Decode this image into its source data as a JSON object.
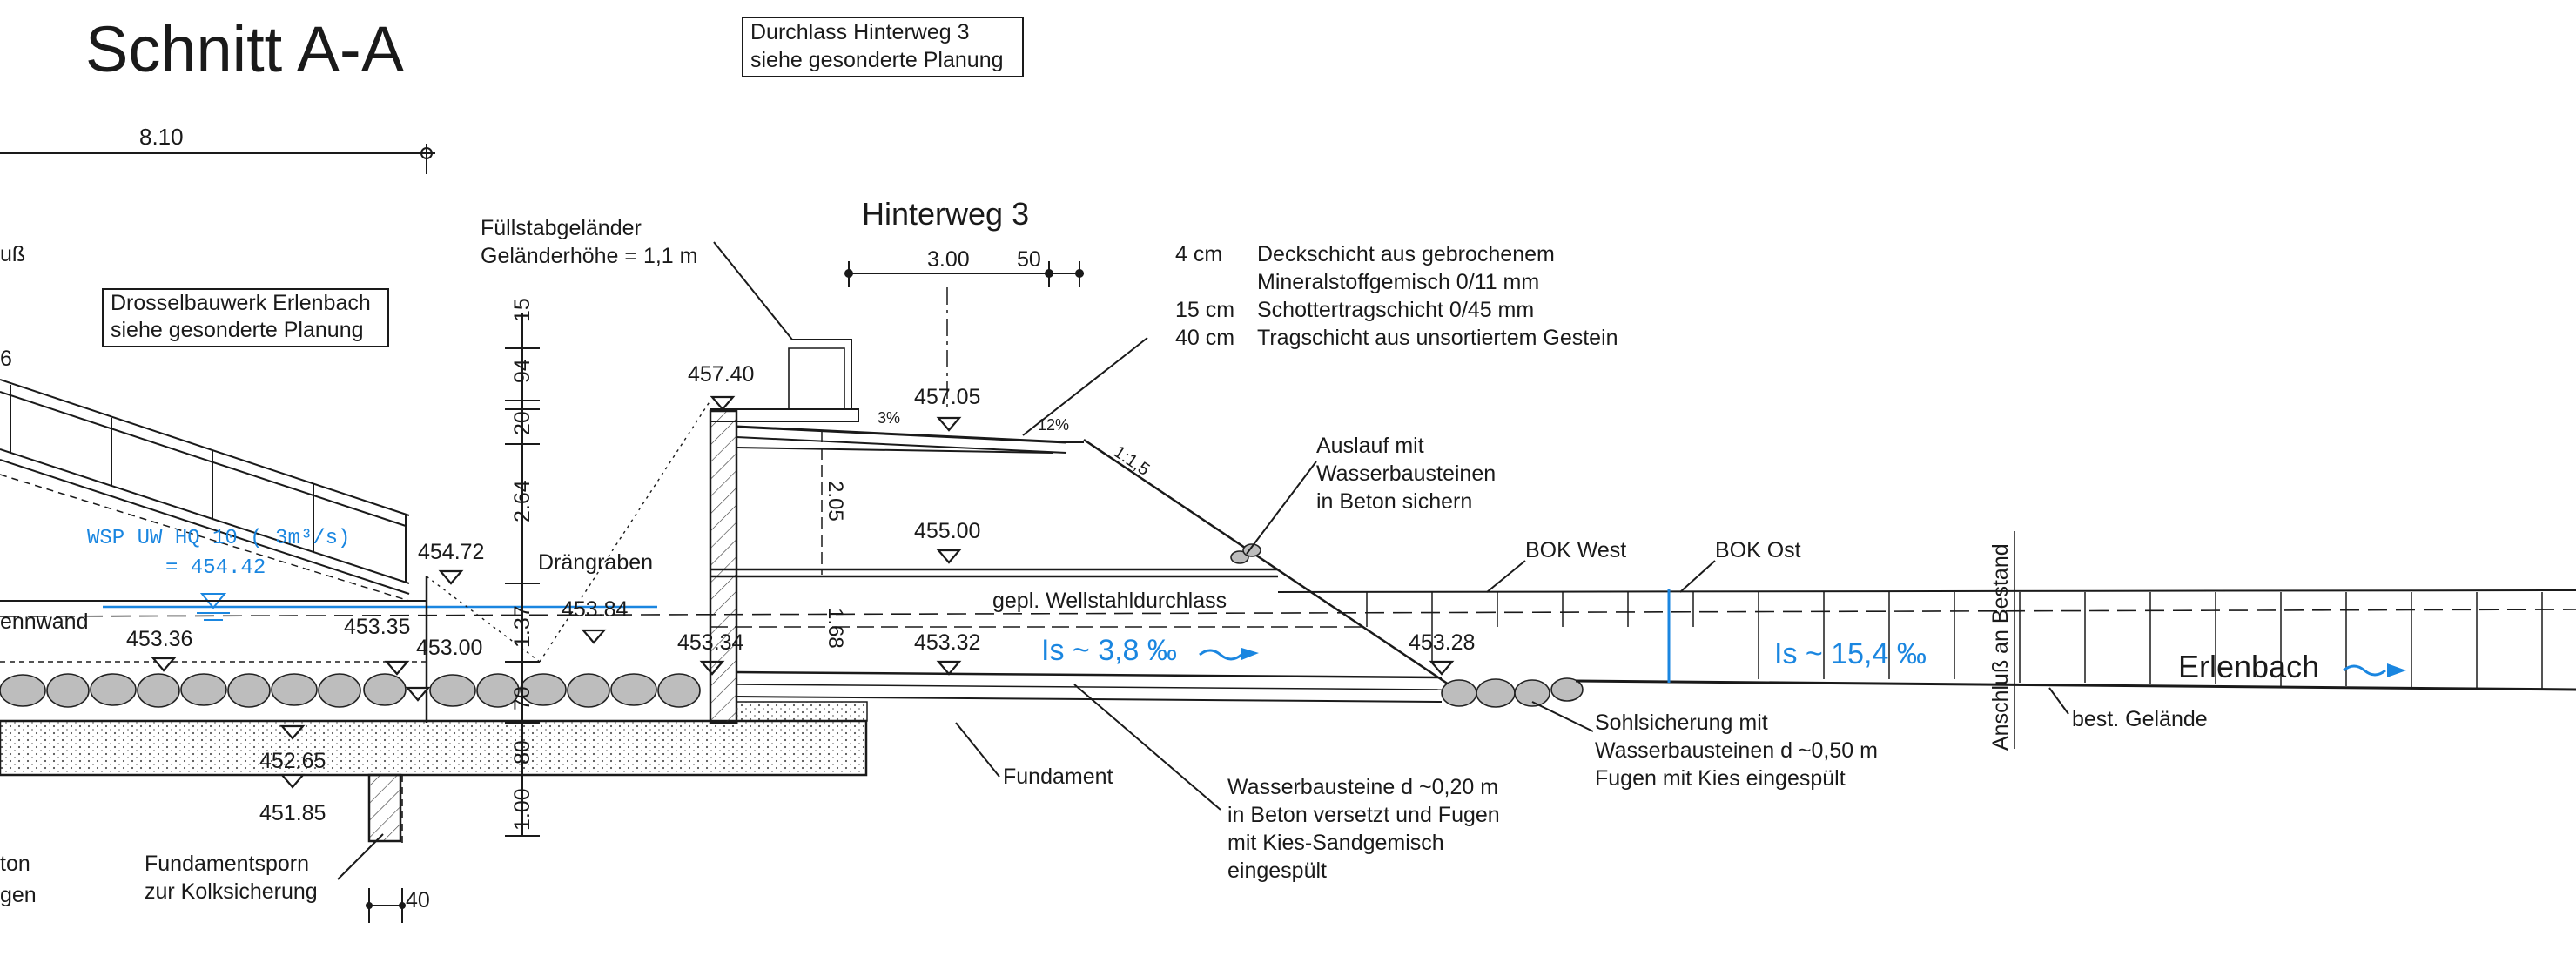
{
  "title": "Schnitt A-A",
  "road_name": "Hinterweg 3",
  "notes": {
    "culvert_box": [
      "Durchlass Hinterweg 3",
      "siehe gesonderte Planung"
    ],
    "throttle_box": [
      "Drosselbauwerk Erlenbach",
      "siehe gesonderte Planung"
    ],
    "railing": [
      "Füllstabgeländer",
      "Geländerhöhe = 1,1 m"
    ],
    "outlet": [
      "Auslauf mit",
      "Wasserbausteinen",
      "in Beton sichern"
    ],
    "bok_west": "BOK West",
    "bok_ost": "BOK Ost",
    "connection": "Anschluß an Bestand",
    "existing_ground": "best. Gelände",
    "creek": "Erlenbach",
    "culvert": "gepl. Wellstahldurchlass",
    "drain": "Drängraben",
    "foundation": "Fundament",
    "spur": [
      "Fundamentsporn",
      "zur Kolksicherung"
    ],
    "bed_protection": [
      "Sohlsicherung mit",
      "Wasserbausteinen d ~0,50 m",
      "Fugen mit Kies eingespült"
    ],
    "stones": [
      "Wasserbausteine d ~0,20 m",
      "in Beton versetzt und Fugen",
      "mit Kies-Sandgemisch",
      "eingespült"
    ],
    "left_cut": [
      "uß",
      "6",
      "ennwand",
      "ton",
      "gen"
    ]
  },
  "water_level": [
    "WSP UW HQ 10 ( 3m³/s)",
    "= 454.42"
  ],
  "slopes": {
    "culvert": "Is ~ 3,8 ‰",
    "creek": "Is ~ 15,4 ‰",
    "road": "3%",
    "shoulder": "12%",
    "embankment": "1:1,5"
  },
  "layers": [
    {
      "thickness": "4 cm",
      "description": "Deckschicht aus gebrochenem"
    },
    {
      "thickness": "",
      "description": "Mineralstoffgemisch 0/11 mm"
    },
    {
      "thickness": "15 cm",
      "description": "Schottertragschicht 0/45 mm"
    },
    {
      "thickness": "40 cm",
      "description": "Tragschicht aus unsortiertem Gestein"
    }
  ],
  "elevations": [
    "457.40",
    "457.05",
    "455.00",
    "454.72",
    "453.84",
    "453.36",
    "453.35",
    "453.00",
    "453.34",
    "453.32",
    "453.28",
    "452.65",
    "451.85"
  ],
  "dimensions": {
    "top_span": "8.10",
    "road_width": "3.00",
    "road_edge": "50",
    "vertical": [
      "15",
      "94",
      "20",
      "2.64",
      "1.37",
      "70",
      "80",
      "1.00"
    ],
    "culvert_inner": [
      "2.05",
      "1.68"
    ],
    "bottom": "40"
  },
  "colors": {
    "line": "#1a1a1a",
    "water": "#1a86e0",
    "stone": "#bdbdbd"
  }
}
